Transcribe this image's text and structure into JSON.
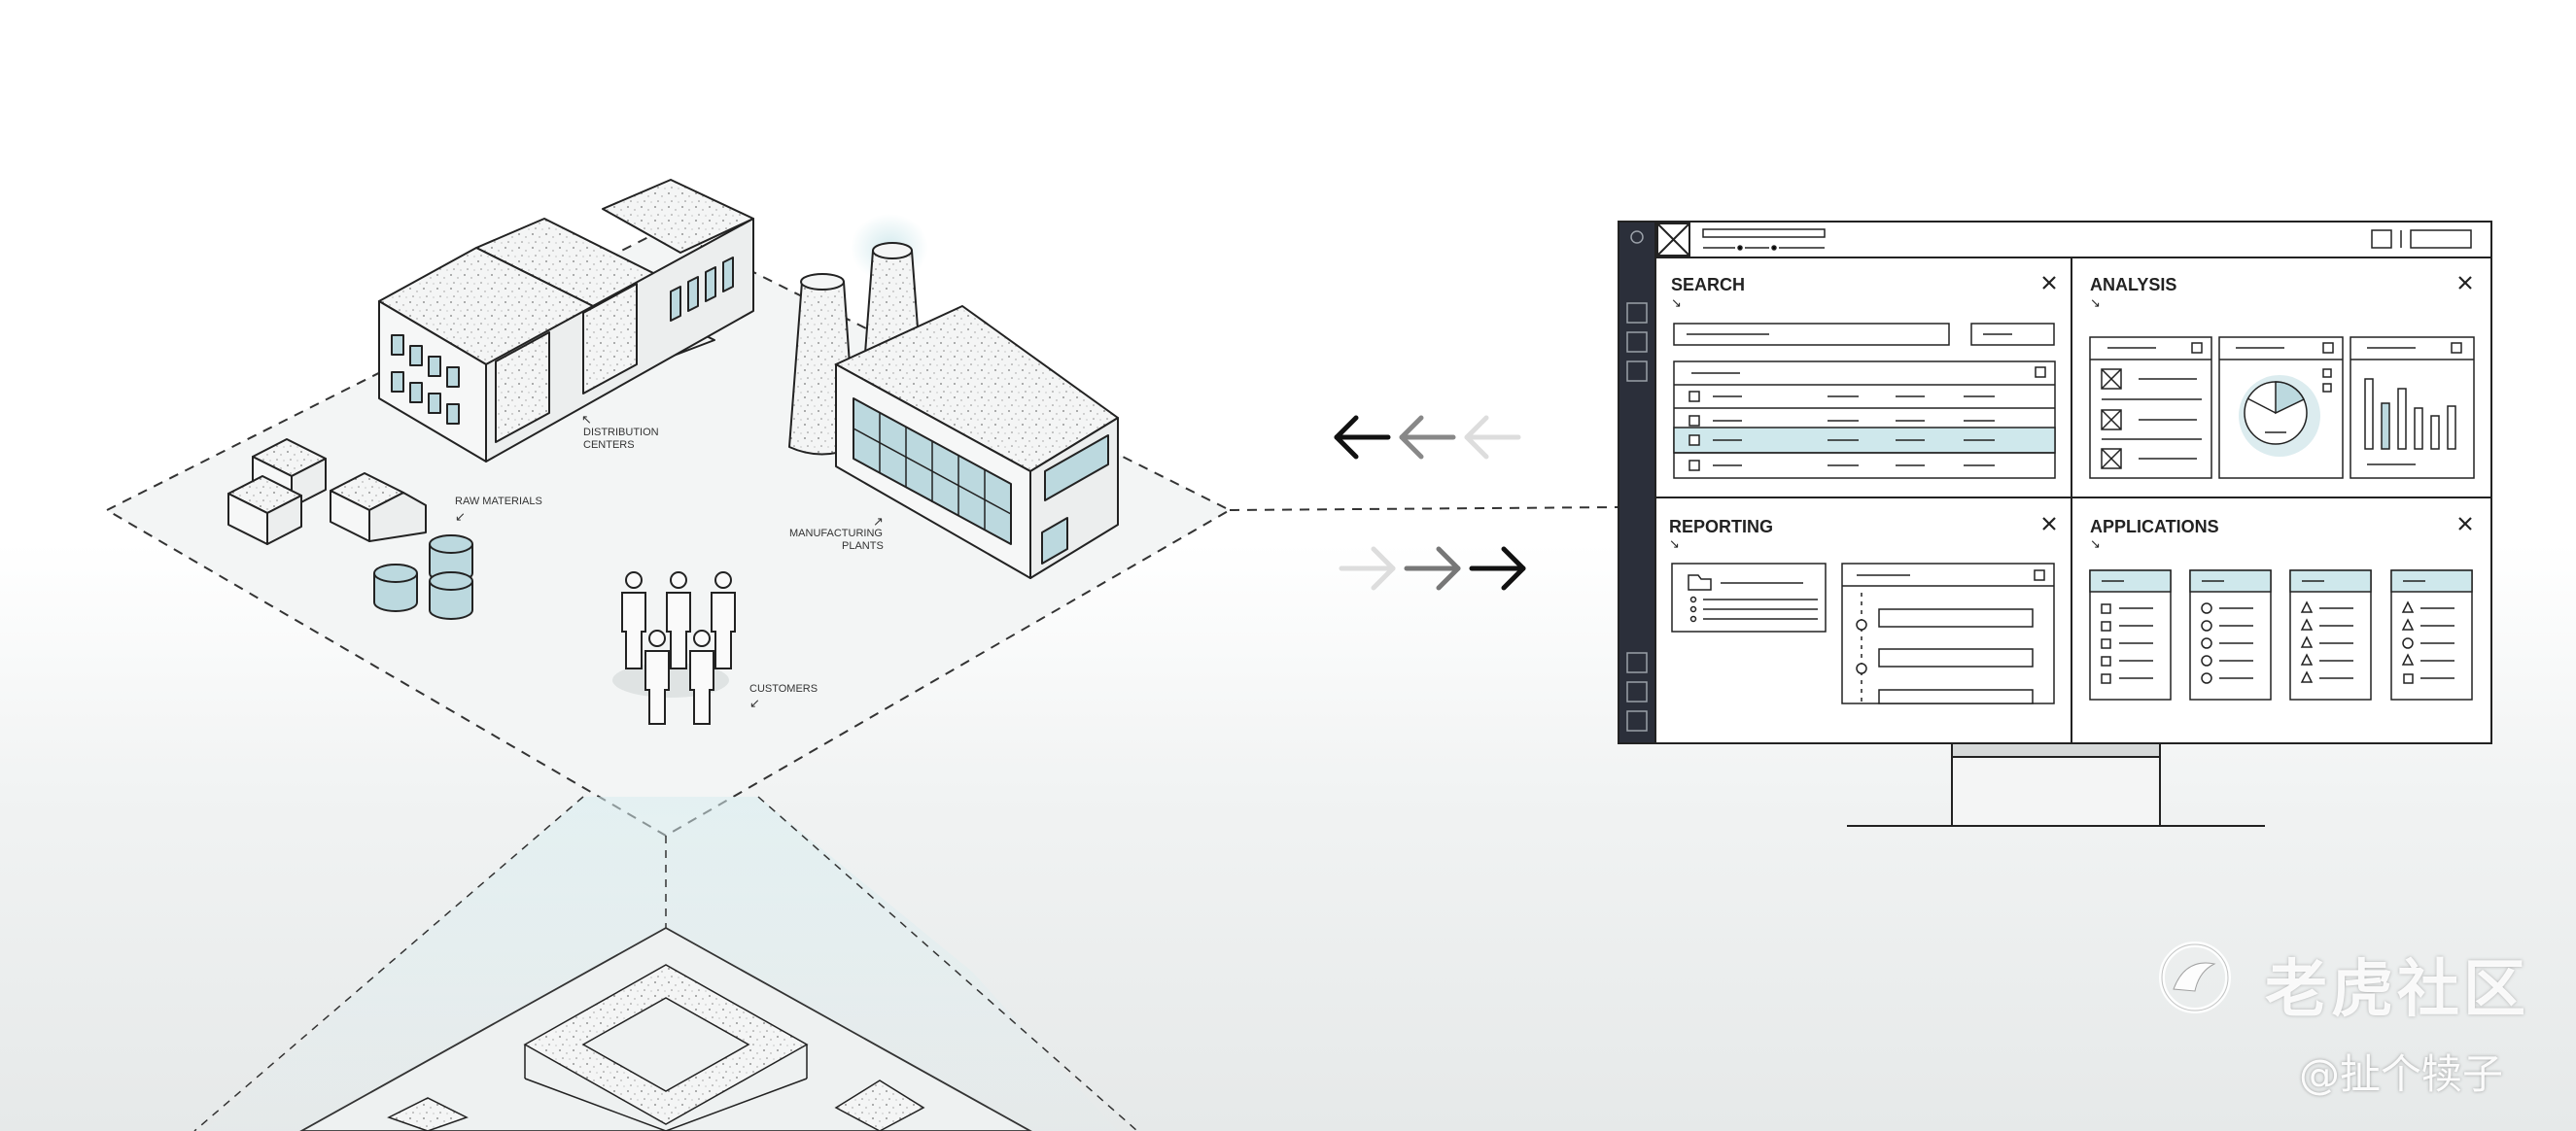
{
  "labels": {
    "distribution": [
      "DISTRIBUTION",
      "CENTERS"
    ],
    "raw_materials": "RAW MATERIALS",
    "manufacturing": [
      "MANUFACTURING",
      "PLANTS"
    ],
    "customers": "CUSTOMERS"
  },
  "dashboard": {
    "panels": {
      "search": "SEARCH",
      "analysis": "ANALYSIS",
      "reporting": "REPORTING",
      "applications": "APPLICATIONS"
    }
  },
  "watermark": {
    "brand": "老虎社区",
    "handle": "@扯个犊子"
  },
  "colors": {
    "ink": "#222222",
    "accent": "#bfe0e6",
    "sidebar": "#2b2f3a"
  }
}
